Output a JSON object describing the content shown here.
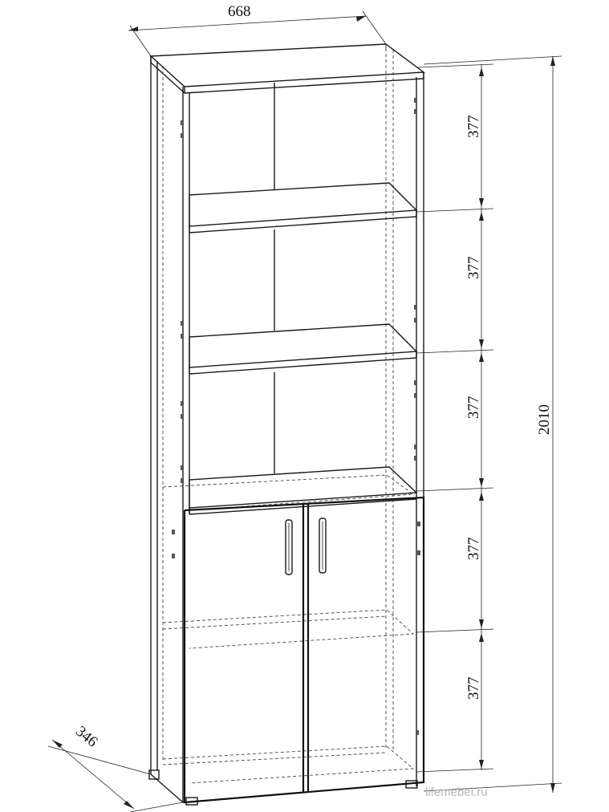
{
  "dimensions": {
    "width": "668",
    "depth": "346",
    "total_height": "2010",
    "section_heights": [
      "377",
      "377",
      "377",
      "377",
      "377"
    ]
  },
  "watermark": "lifemebel.ru"
}
